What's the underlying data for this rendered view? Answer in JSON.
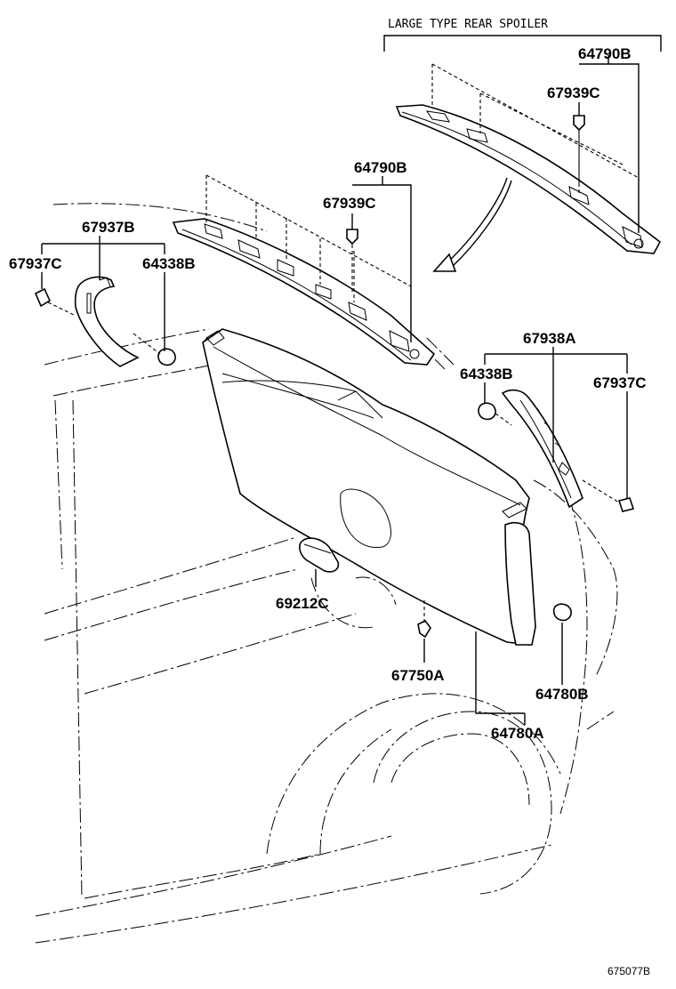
{
  "diagram": {
    "header_label": "LARGE TYPE REAR SPOILER",
    "figure_ref": "675077B",
    "parts": {
      "p64790B_top": "64790B",
      "p67939C_top": "67939C",
      "p64790B_mid": "64790B",
      "p67939C_mid": "67939C",
      "p67937B": "67937B",
      "p67937C_left": "67937C",
      "p64338B_left": "64338B",
      "p67938A": "67938A",
      "p64338B_right": "64338B",
      "p67937C_right": "67937C",
      "p69212C": "69212C",
      "p67750A": "67750A",
      "p64780B": "64780B",
      "p64780A": "64780A"
    }
  }
}
